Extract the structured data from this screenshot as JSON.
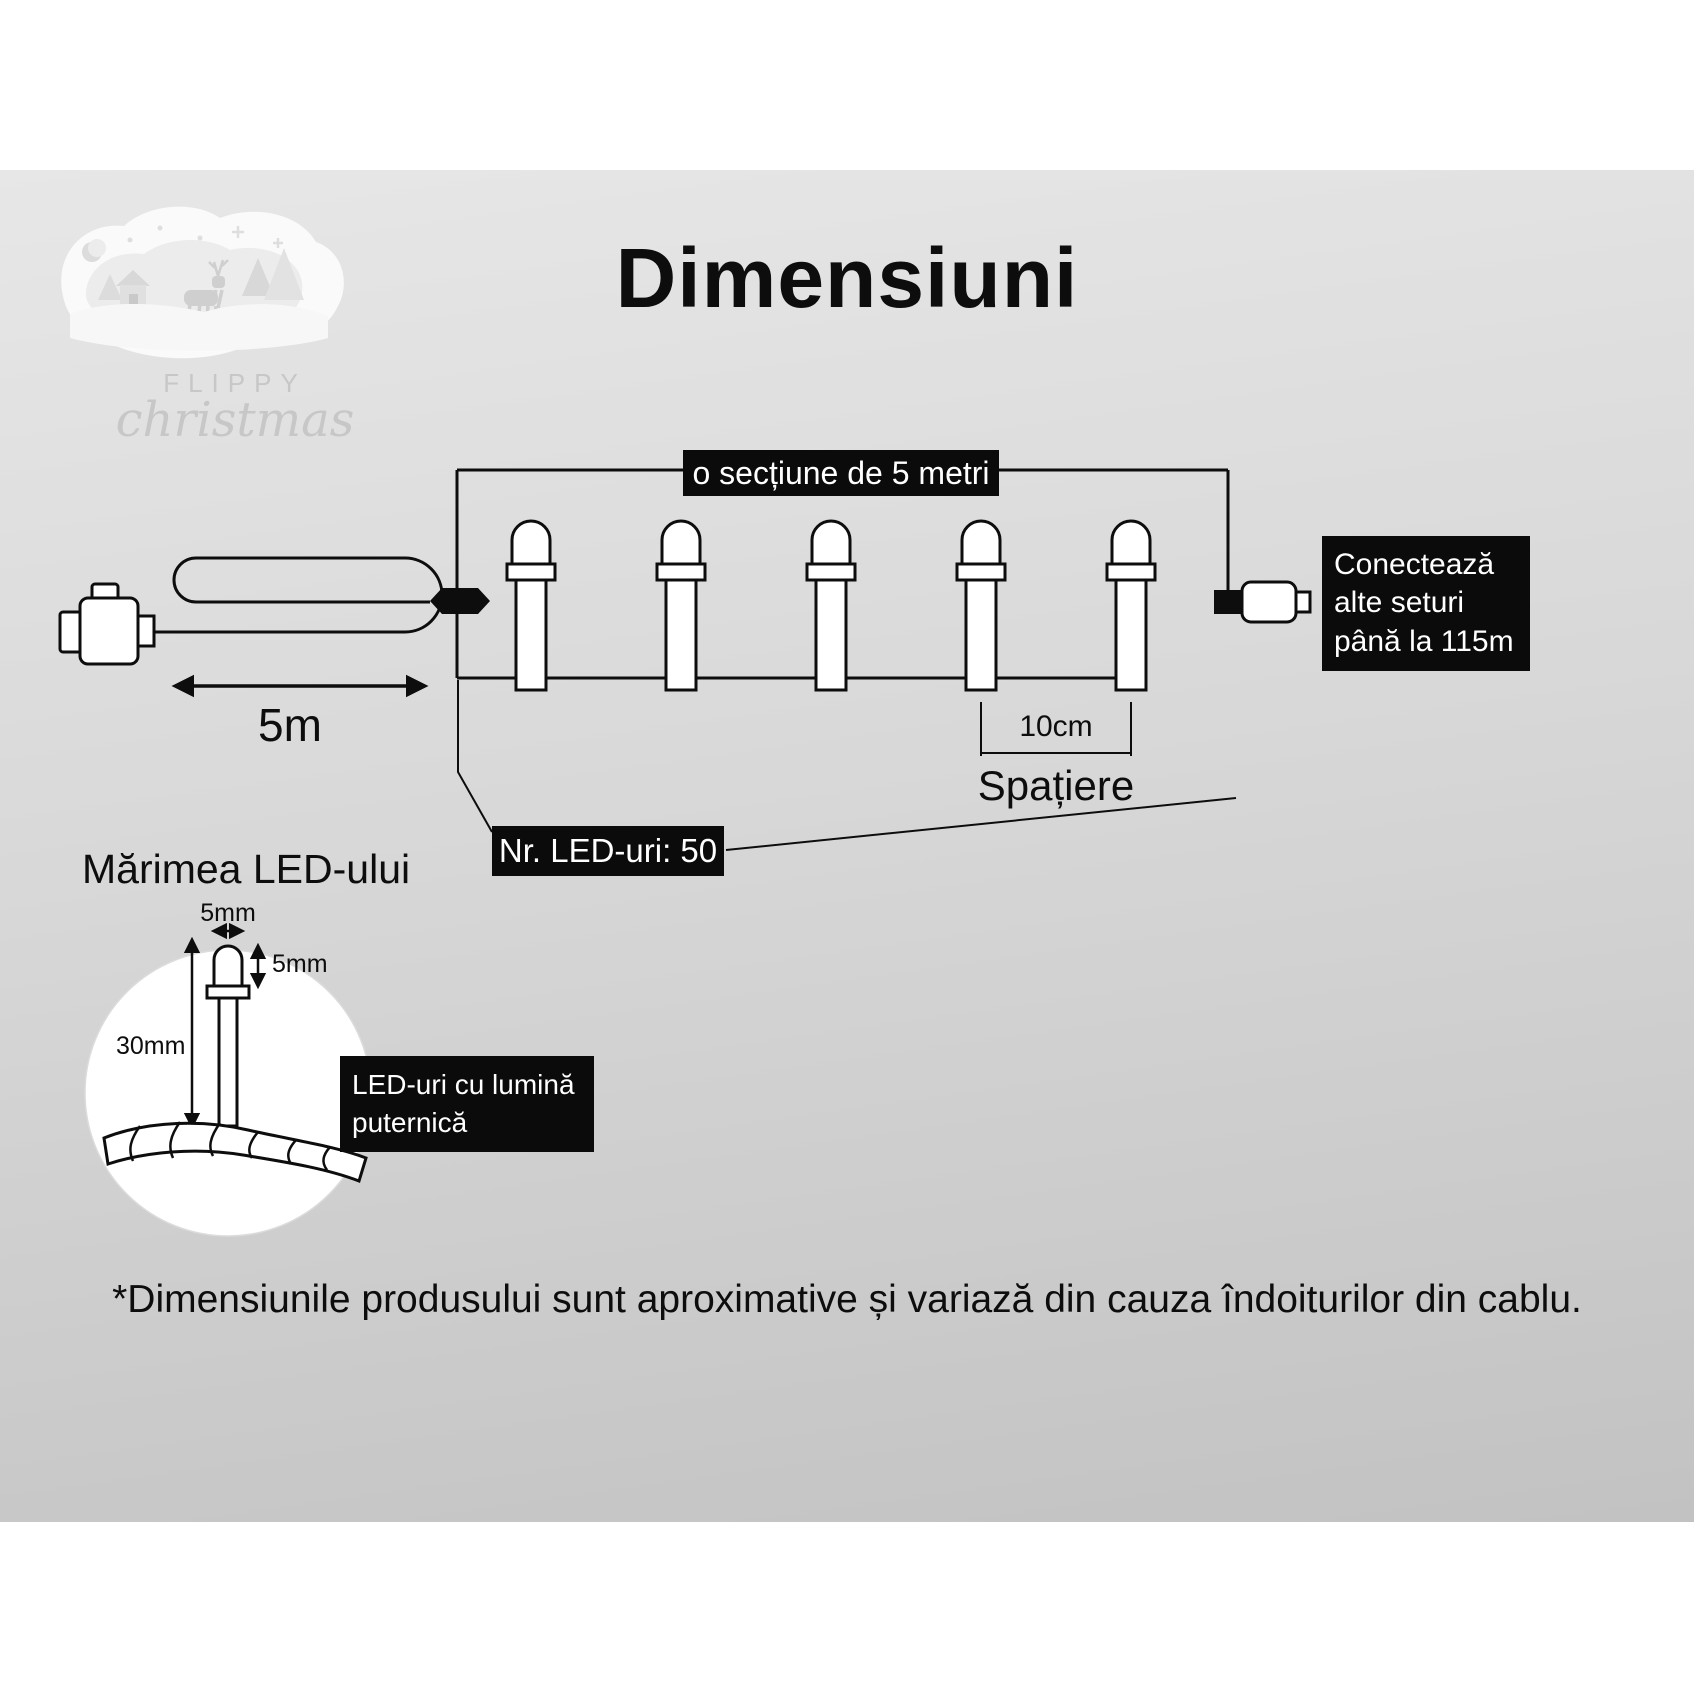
{
  "title": "Dimensiuni",
  "logo": {
    "brand": "FLIPPY",
    "script": "christmas"
  },
  "diagram": {
    "section_label": "o secțiune de 5 metri",
    "connect_label": "Conectează alte seturi până la 115m",
    "lead_length": "5m",
    "spacing_value": "10cm",
    "spacing_caption": "Spațiere",
    "led_count": "Nr. LED-uri: 50"
  },
  "led_detail": {
    "heading": "Mărimea LED-ului",
    "bulb_width": "5mm",
    "bulb_height": "5mm",
    "bulb_length": "30mm",
    "note": "LED-uri cu lumină puternică"
  },
  "footer": {
    "note": "*Dimensiunile produsului sunt aproximative și variază din cauza îndoiturilor din cablu."
  },
  "colors": {
    "label_bg": "#0b0b0b",
    "label_text": "#ffffff",
    "line": "#0d0d0d"
  }
}
